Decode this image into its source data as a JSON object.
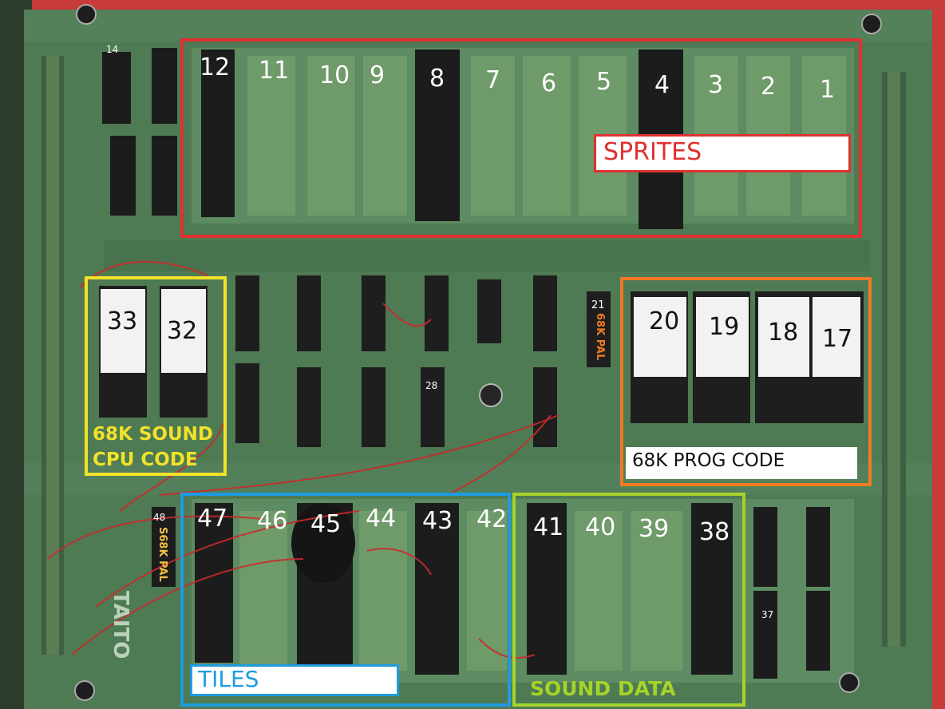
{
  "colors": {
    "pcb": "#4f7a55",
    "frame": "#cf3a3a",
    "sprites": "#e03030",
    "sound_cpu": "#f2e22a",
    "prog": "#f07a22",
    "tiles": "#1e9be0",
    "sound_data": "#a6d22a"
  },
  "regions": {
    "sprites": {
      "label": "SPRITES"
    },
    "sound_cpu": {
      "label_line1": "68K SOUND",
      "label_line2": "CPU CODE"
    },
    "prog": {
      "label": "68K PROG CODE"
    },
    "tiles": {
      "label": "TILES"
    },
    "sound_data": {
      "label": "SOUND DATA"
    }
  },
  "chip_numbers": {
    "c1": "1",
    "c2": "2",
    "c3": "3",
    "c4": "4",
    "c5": "5",
    "c6": "6",
    "c7": "7",
    "c8": "8",
    "c9": "9",
    "c10": "10",
    "c11": "11",
    "c12": "12",
    "c14": "14",
    "c17": "17",
    "c18": "18",
    "c19": "19",
    "c20": "20",
    "c21": "21",
    "c28": "28",
    "c32": "32",
    "c33": "33",
    "c37": "37",
    "c38": "38",
    "c39": "39",
    "c40": "40",
    "c41": "41",
    "c42": "42",
    "c43": "43",
    "c44": "44",
    "c45": "45",
    "c46": "46",
    "c47": "47",
    "c48": "48"
  },
  "pal_labels": {
    "pal_68k": "68K PAL",
    "pal_s68k": "S68K PAL"
  },
  "board_text": {
    "taito": "TAITO"
  }
}
